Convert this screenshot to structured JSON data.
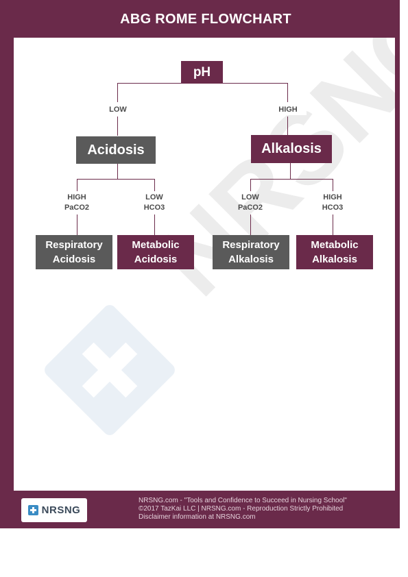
{
  "header": {
    "title": "ABG ROME FLOWCHART"
  },
  "flowchart": {
    "root": "pH",
    "branch_left_label": "LOW",
    "branch_right_label": "HIGH",
    "acidosis": "Acidosis",
    "alkalosis": "Alkalosis",
    "acid_left_label": [
      "HIGH",
      "PaCO2"
    ],
    "acid_right_label": [
      "LOW",
      "HCO3"
    ],
    "alk_left_label": [
      "LOW",
      "PaCO2"
    ],
    "alk_right_label": [
      "HIGH",
      "HCO3"
    ],
    "leaves": [
      [
        "Respiratory",
        "Acidosis"
      ],
      [
        "Metabolic",
        "Acidosis"
      ],
      [
        "Respiratory",
        "Alkalosis"
      ],
      [
        "Metabolic",
        "Alkalosis"
      ]
    ]
  },
  "watermark": {
    "text": "NRSNG"
  },
  "footer": {
    "logo_text": "NRSNG",
    "lines": [
      "NRSNG.com - \"Tools and Confidence to Succeed in Nursing School\"",
      "©2017 TazKai LLC | NRSNG.com - Reproduction Strictly Prohibited",
      "Disclaimer information at NRSNG.com"
    ]
  },
  "colors": {
    "plum": "#6a2a4a",
    "gray": "#5a5a5a",
    "logo_blue": "#3a8cc4",
    "watermark": "#ececec"
  }
}
